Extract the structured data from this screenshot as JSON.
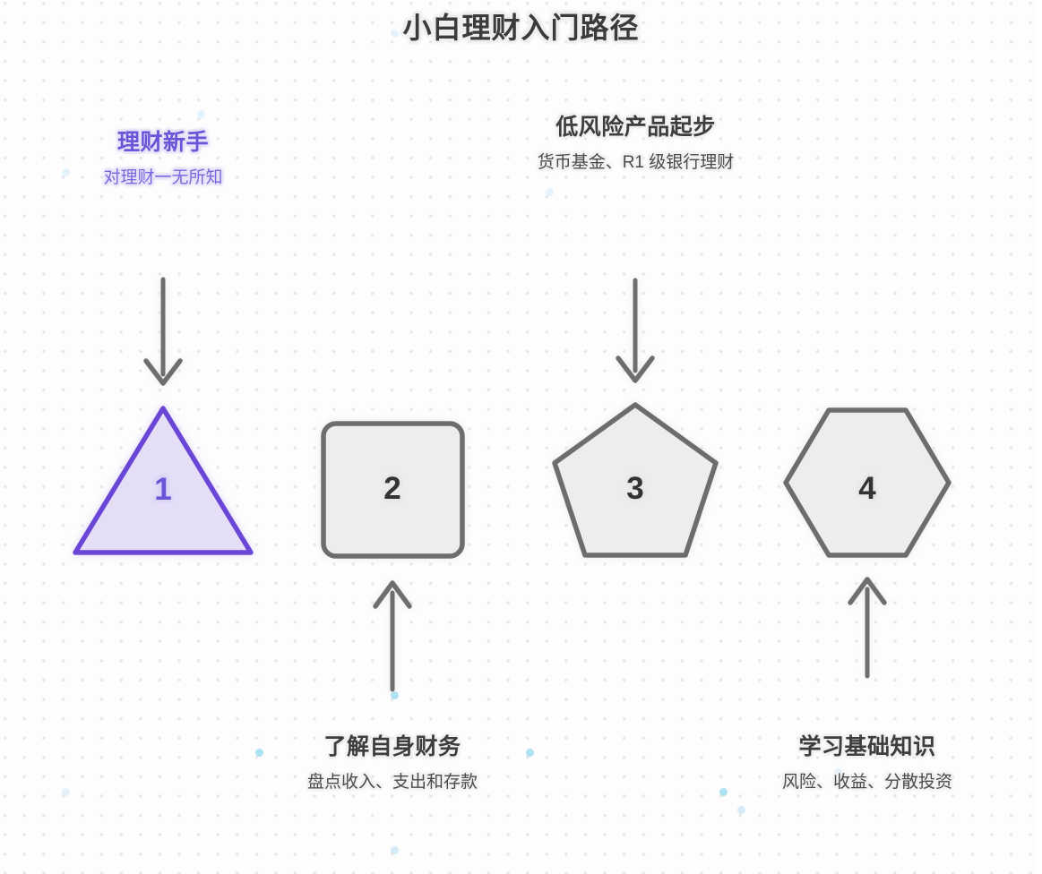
{
  "heading": "小白理财入门路径",
  "colors": {
    "page_bg": "#fdfdfd",
    "dot_grid": "#e7e7e8",
    "accent_purple": "#6a54d8",
    "accent_purple_fill": "#e4dff7",
    "shape_stroke": "#6d6d6d",
    "shape_fill": "#ededed",
    "arrow": "#6e6e6e",
    "text_dark": "#3d3d3d",
    "accent_blue_dot": "#9fdcf2"
  },
  "steps": [
    {
      "number": "1",
      "shape": "triangle",
      "accent": true,
      "label": "理财新手",
      "sublabel": "对理财一无所知",
      "label_position": "above",
      "arrow": "down"
    },
    {
      "number": "2",
      "shape": "square",
      "accent": false,
      "label": "了解自身财务",
      "sublabel": "盘点收入、支出和存款",
      "label_position": "below",
      "arrow": "up"
    },
    {
      "number": "3",
      "shape": "pentagon",
      "accent": false,
      "label": "低风险产品起步",
      "sublabel": "货币基金、R1 级银行理财",
      "label_position": "above",
      "arrow": "down"
    },
    {
      "number": "4",
      "shape": "hexagon",
      "accent": false,
      "label": "学习基础知识",
      "sublabel": "风险、收益、分散投资",
      "label_position": "below",
      "arrow": "up"
    }
  ]
}
